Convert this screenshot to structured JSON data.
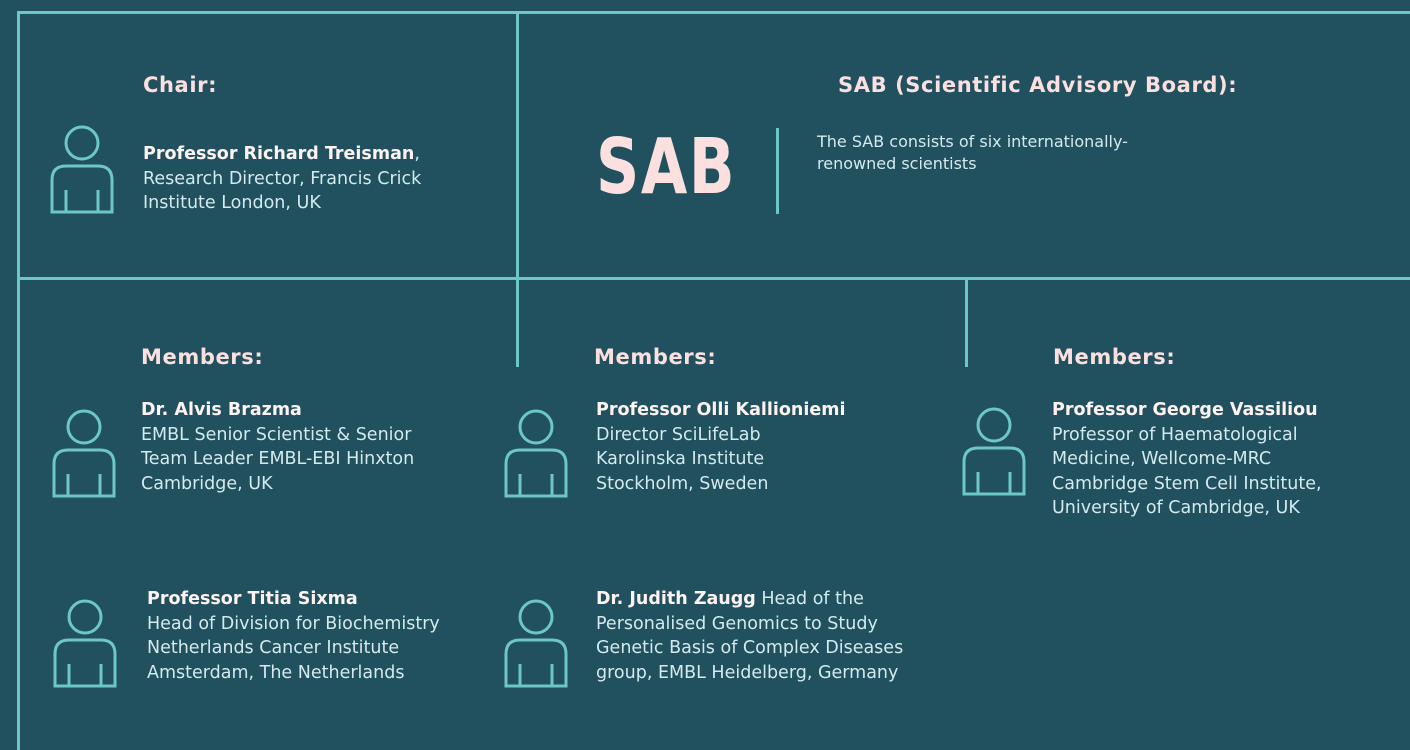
{
  "chair": {
    "heading": "Chair:",
    "name": "Professor Richard Treisman",
    "comma": ",",
    "lines": [
      "Research Director, Francis Crick",
      "Institute London, UK"
    ]
  },
  "sab": {
    "heading": "SAB (Scientific Advisory Board):",
    "logo": "SAB",
    "description_lines": [
      "The SAB consists of six internationally-",
      "renowned scientists"
    ]
  },
  "members_heading": "Members:",
  "members": [
    {
      "name": "Dr. Alvis Brazma",
      "lines": [
        "EMBL Senior Scientist & Senior",
        "Team Leader EMBL-EBI Hinxton",
        "Cambridge, UK"
      ]
    },
    {
      "name": "Professor Olli Kallioniemi",
      "lines": [
        "Director SciLifeLab",
        "Karolinska Institute",
        "Stockholm, Sweden"
      ]
    },
    {
      "name": "Professor George Vassiliou",
      "lines": [
        "Professor of Haematological",
        "Medicine, Wellcome-MRC",
        "Cambridge Stem Cell Institute,",
        "University of Cambridge, UK"
      ]
    },
    {
      "name": "Professor Titia Sixma",
      "lines": [
        "Head of Division for Biochemistry",
        "Netherlands Cancer Institute",
        "Amsterdam, The Netherlands"
      ]
    },
    {
      "name": "Dr. Judith Zaugg",
      "name_suffix": " Head of the",
      "lines": [
        "Personalised Genomics to Study",
        "Genetic Basis of Complex Diseases",
        "group, EMBL Heidelberg, Germany"
      ]
    }
  ],
  "colors": {
    "background": "#21505f",
    "line": "#6dc7c4",
    "heading": "#fbe0df",
    "text": "#d3eaee"
  },
  "icons": [
    "person-outline-icon"
  ]
}
